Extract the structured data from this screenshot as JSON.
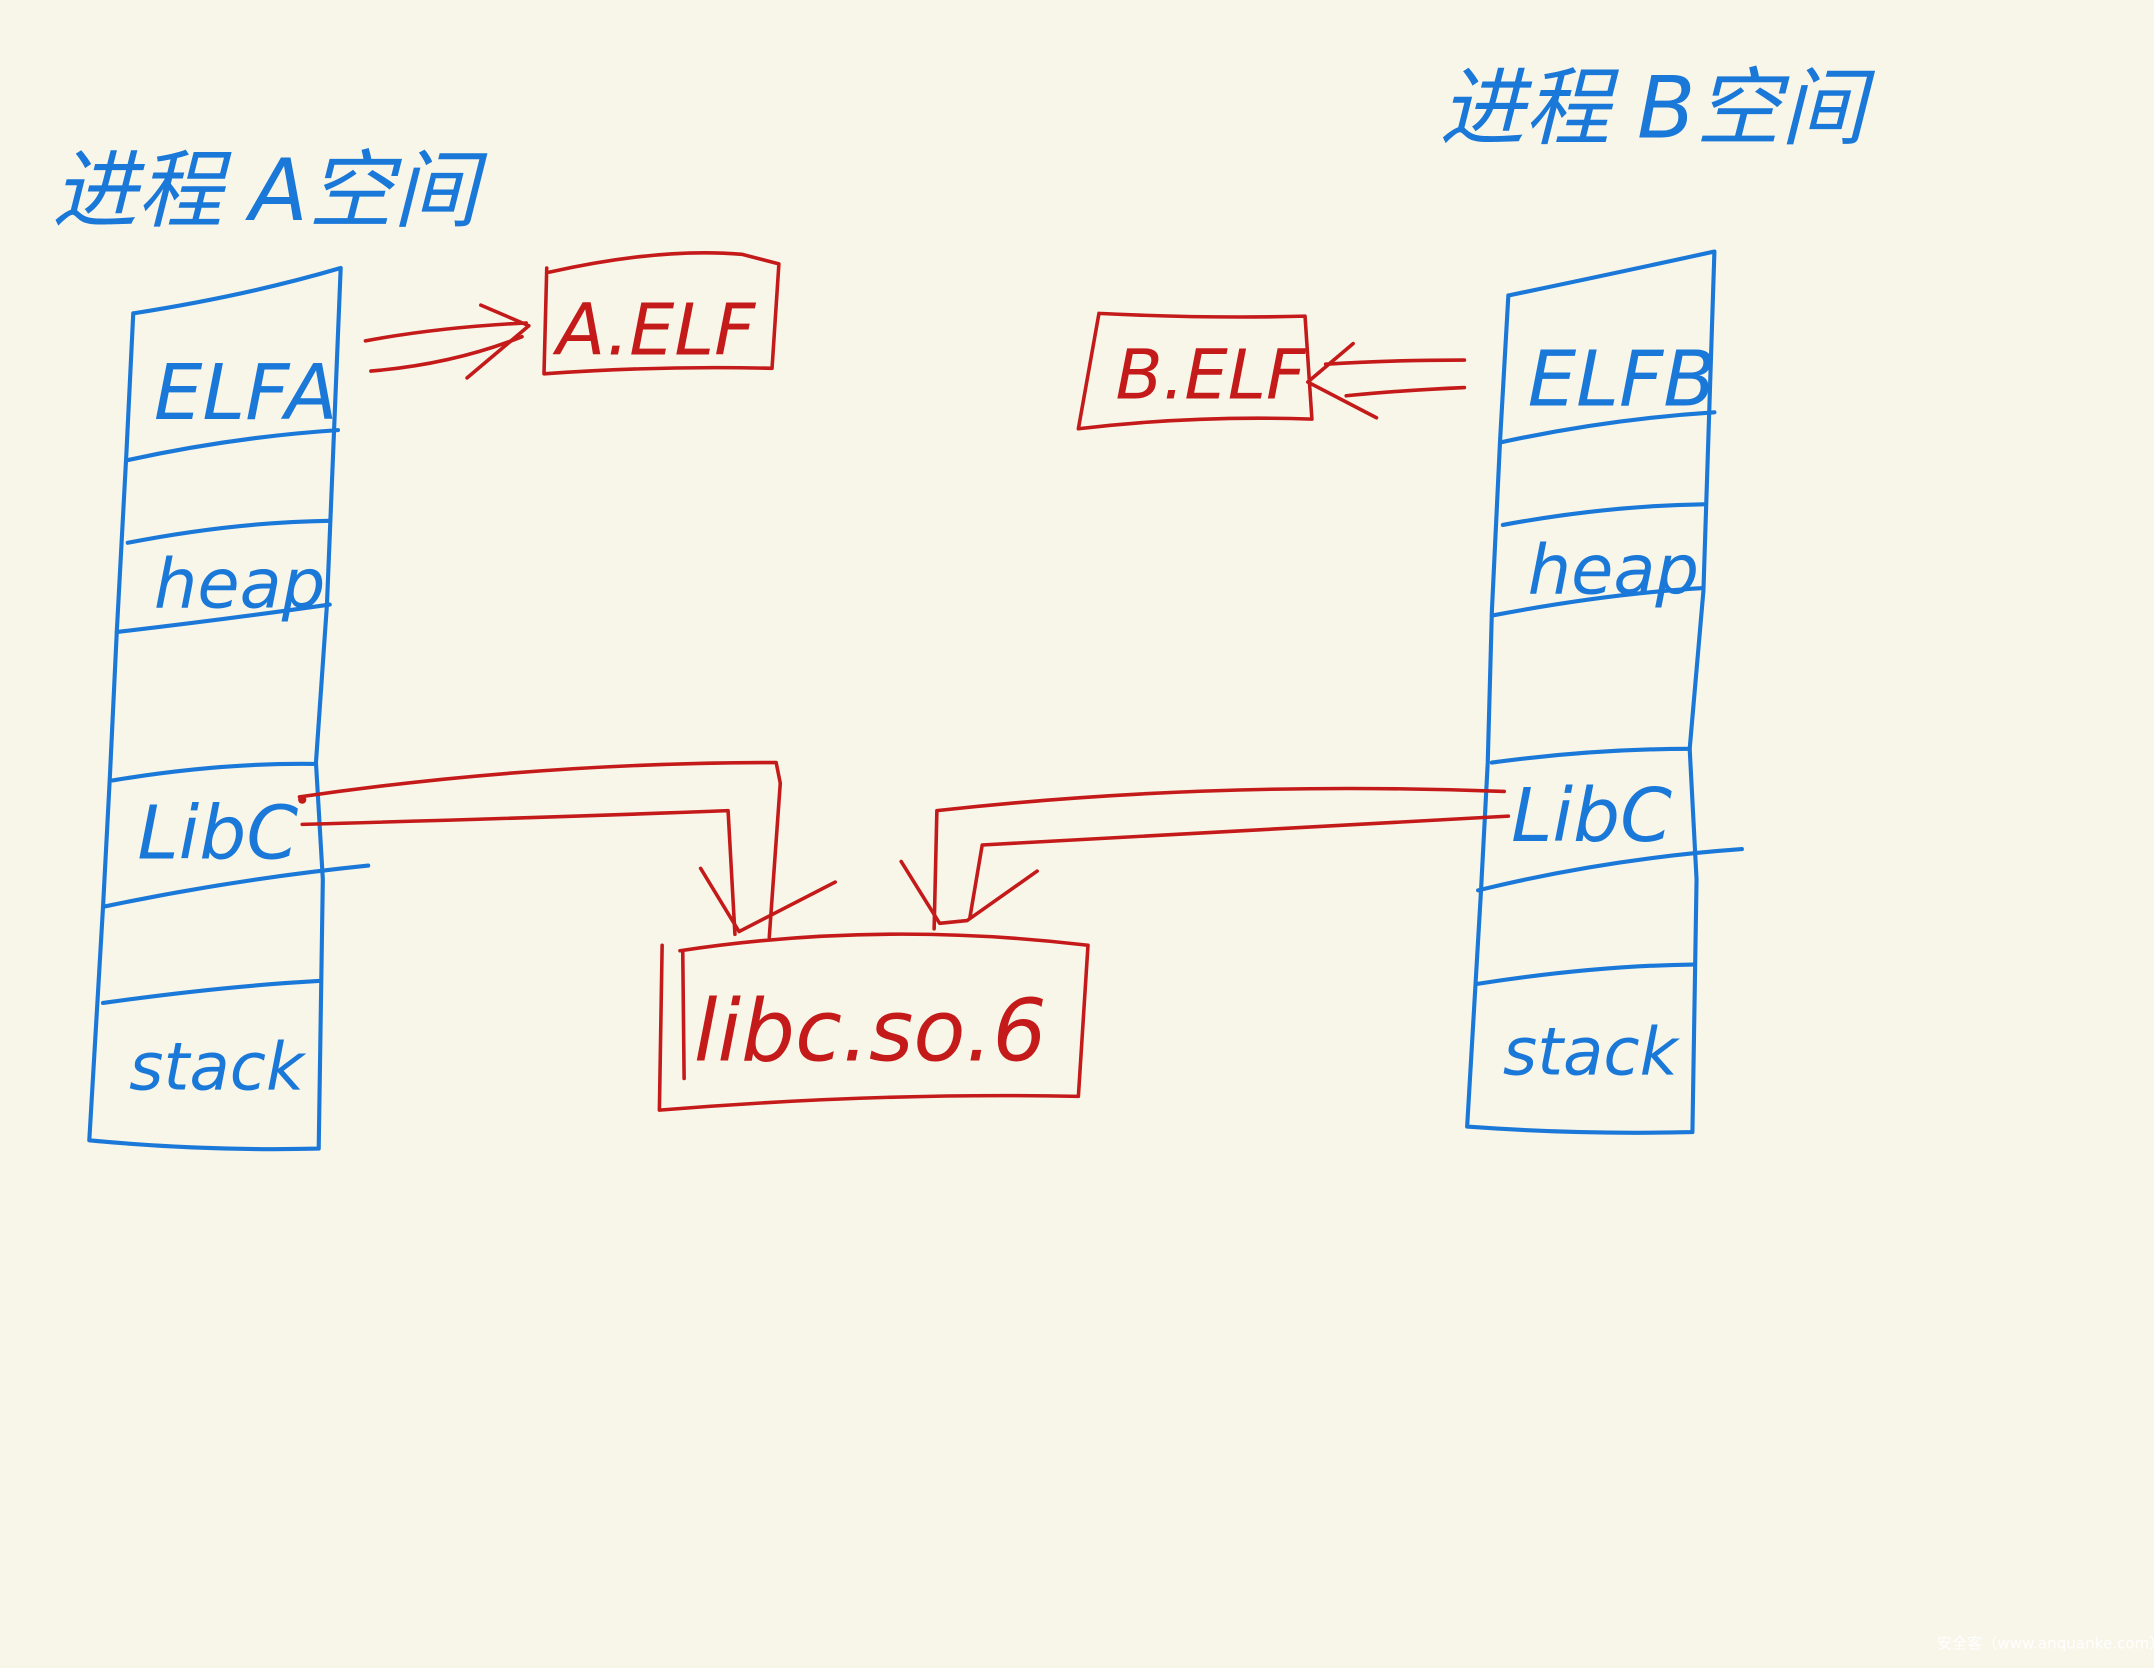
{
  "titles": {
    "process_a": "进程 A空间",
    "process_b": "进程 B空间"
  },
  "process_a": {
    "segments": [
      "ELFA",
      "heap",
      "LibC",
      "stack"
    ]
  },
  "process_b": {
    "segments": [
      "ELFB",
      "heap",
      "LibC",
      "stack"
    ]
  },
  "files": {
    "a_elf": "A.ELF",
    "b_elf": "B.ELF",
    "libc": "libc.so.6"
  },
  "watermark": "安全客（www.anquanke.com）",
  "colors": {
    "background": "#f8f5e9",
    "process": "#1a78d8",
    "mapping": "#c41a1a"
  }
}
